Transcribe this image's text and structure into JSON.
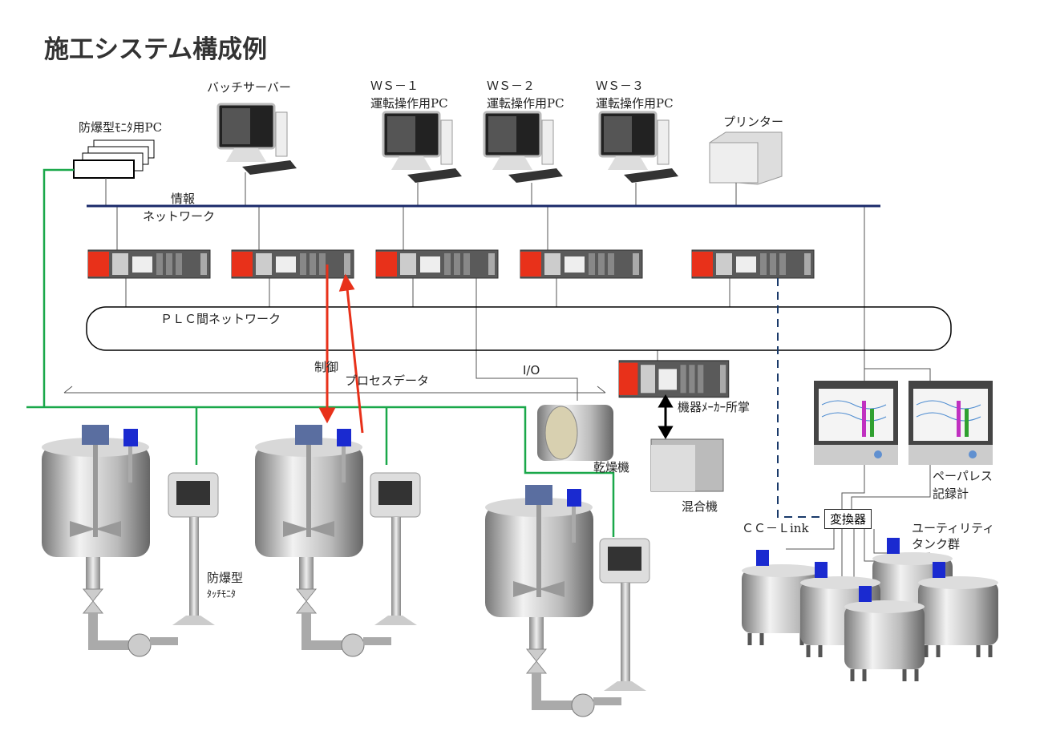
{
  "title": "施工システム構成例",
  "devices": {
    "batch_server": "バッチサーバー",
    "ws1": [
      "ＷＳ－１",
      "運転操作用PC"
    ],
    "ws2": [
      "ＷＳ－２",
      "運転操作用PC"
    ],
    "ws3": [
      "ＷＳ－３",
      "運転操作用PC"
    ],
    "printer": "プリンター",
    "monitor_pc": "防爆型ﾓﾆﾀ用PC"
  },
  "networks": {
    "info_1": "情報",
    "info_2": "ネットワーク",
    "plc": "ＰＬＣ間ネットワーク",
    "cclink": "ＣＣ－Ｌink"
  },
  "labels": {
    "control": "制御",
    "process_data": "プロセスデータ",
    "io": "I/O",
    "vendor": "機器ﾒｰｶｰ所掌",
    "dryer": "乾燥機",
    "mixer": "混合機",
    "recorder_1": "ペーパレス",
    "recorder_2": "記録計",
    "converter": "変換器",
    "utility_1": "ユーティリティ",
    "utility_2": "タンク群",
    "touch_1": "防爆型",
    "touch_2": "ﾀｯﾁﾓﾆﾀ"
  },
  "colors": {
    "plc_red": "#e8311a",
    "info_net": "#1a2a6a",
    "green": "#1aa84a",
    "arrow_red": "#e8311a"
  }
}
